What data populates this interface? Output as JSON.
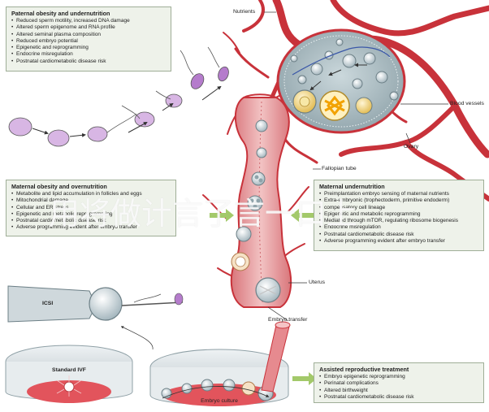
{
  "paternal_box": {
    "title": "Paternal obesity and undernutrition",
    "items": [
      "Reduced sperm motility, increased DNA damage",
      "Altered sperm epigenome and RNA profile",
      "Altered seminal plasma composition",
      "Reduced embryo potential",
      "Epigenetic and reprogramming",
      "Endocrine misregulation",
      "Postnatal cardiometabolic disease risk"
    ]
  },
  "maternal_obesity_box": {
    "title": "Maternal obesity and overnutrition",
    "items": [
      "Metabolite and lipid accumulation in follicles and eggs",
      "Mitochondrial damage",
      "Cellular and ER stress",
      "Epigenetic and metabolic reprogramming",
      "Postnatal cardiometabolic disease risk",
      "Adverse programming evident after embryo transfer"
    ]
  },
  "maternal_under_box": {
    "title": "Maternal undernutrition",
    "items": [
      "Preimplantation embryo sensing of maternal nutrients",
      "Extra-embryonic (trophectoderm, primitive endoderm)",
      "compensatory cell lineage",
      "Epigenetic and metabolic reprogramming",
      "Mediated through mTOR, regulating ribosome biogenesis",
      "Endocrine misregulation",
      "Postnatal cardiometabolic disease risk",
      "Adverse programming evident after embryo transfer"
    ]
  },
  "art_box": {
    "title": "Assisted reproductive treatment",
    "items": [
      "Embryo epigenetic reprogramming",
      "Perinatal complications",
      "Altered birthweight",
      "Postnatal cardiometabolic disease risk"
    ]
  },
  "labels": {
    "nutrients": "Nutrients",
    "blood_vessels": "Blood vessels",
    "ovary": "Ovary",
    "fallopian_tube": "Fallopian tube",
    "uterus": "Uterus",
    "icsi": "ICSI",
    "embryo_transfer": "Embryo transfer",
    "standard_ivf": "Standard IVF",
    "embryo_culture": "Embryo culture"
  },
  "watermark": "用将做计言了言一口上",
  "colors": {
    "vessel": "#c8323a",
    "tube": "#e7a0a2",
    "tube_edge": "#c8323a",
    "ovary": "#aebfc4",
    "box_fill": "#eef2ea",
    "sperm": "#b57ccc",
    "arrow_green": "#a3c96a"
  }
}
